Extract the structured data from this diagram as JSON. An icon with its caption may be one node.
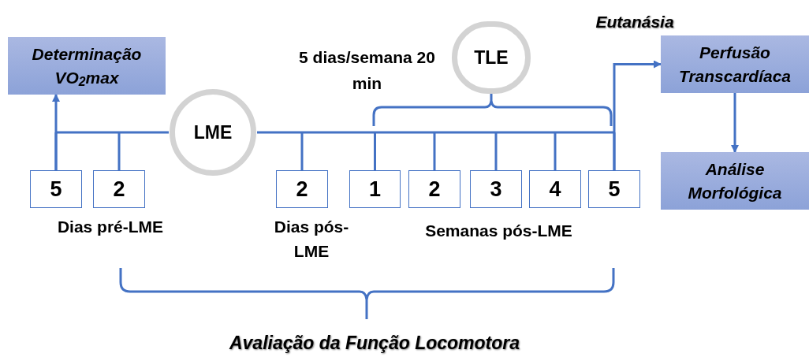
{
  "diagram": {
    "nodes": [
      {
        "text": [
          "Determinação VO$_{2}$max"
        ]
      },
      {
        "text": [
          "LME"
        ]
      },
      {
        "text": [
          "TLE"
        ]
      },
      {
        "text": [
          "Perfusão Transcardíaca"
        ]
      },
      {
        "text": [
          "Análise Morfológica"
        ]
      },
      {
        "text": [
          "5"
        ]
      },
      {
        "text": [
          "2"
        ]
      },
      {
        "text": [
          "2"
        ]
      },
      {
        "text": [
          "1"
        ]
      },
      {
        "text": [
          "2"
        ]
      },
      {
        "text": [
          "3"
        ]
      },
      {
        "text": [
          "4"
        ]
      },
      {
        "text": [
          "5"
        ]
      }
    ],
    "edges": [
      {
        "from": 5,
        "to": 0,
        "arrow": "to"
      },
      {
        "from": 12,
        "to": 3,
        "arrow": "to"
      },
      {
        "from": 3,
        "to": 4,
        "arrow": "to"
      }
    ],
    "labels": [
      "Eutanásia",
      "5 dias/semana 20 min",
      "Dias pré-LME",
      "Dias pós-LME",
      "Semanas pós-LME",
      "Avaliação da Função Locomotora"
    ]
  }
}
